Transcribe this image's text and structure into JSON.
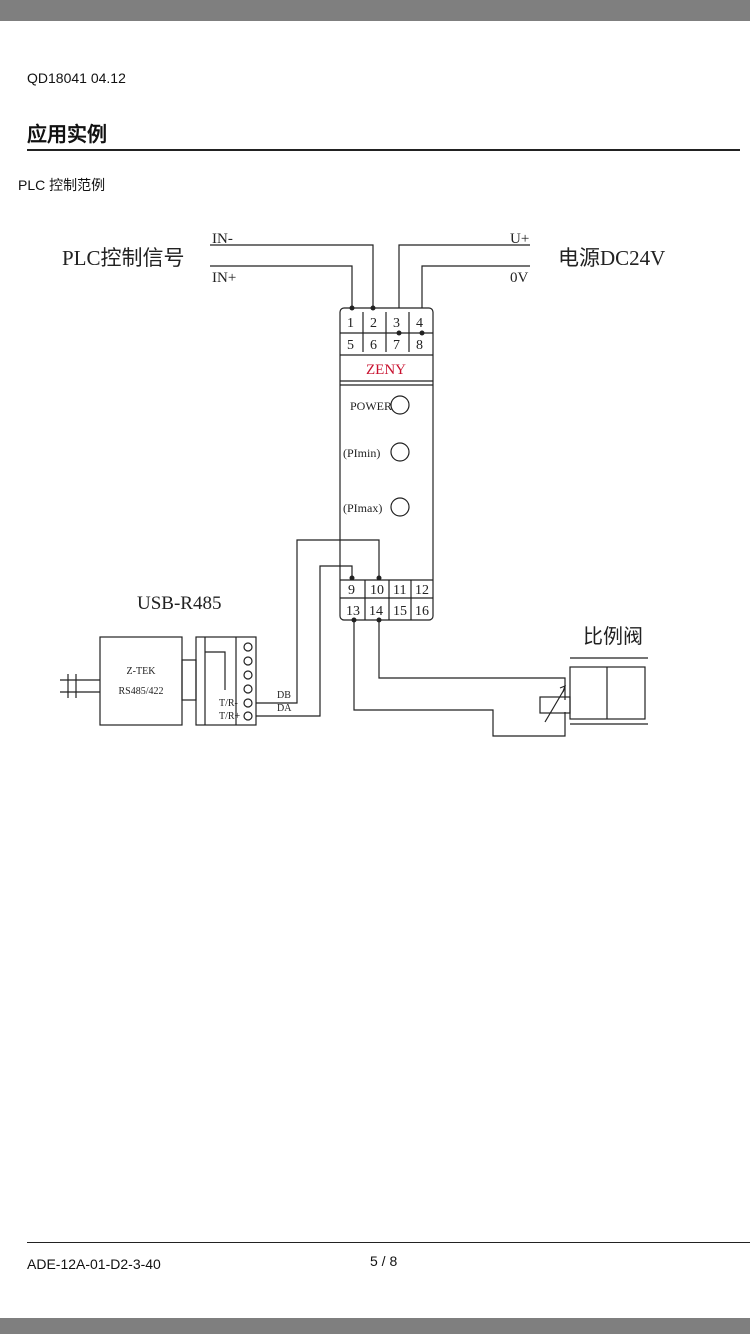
{
  "header": {
    "doc_code": "QD18041 04.12"
  },
  "section": {
    "title": "应用实例",
    "subtitle": "PLC 控制范例"
  },
  "diagram": {
    "plc_label": "PLC控制信号",
    "in_minus": "IN-",
    "in_plus": "IN+",
    "u_plus": "U+",
    "zero_v": "0V",
    "power_label": "电源DC24V",
    "top_terminals": [
      "1",
      "2",
      "3",
      "4",
      "5",
      "6",
      "7",
      "8"
    ],
    "brand": "ZENY",
    "brand_color": "#c8102e",
    "indicators": [
      "POWER",
      "(PImin)",
      "(PImax)"
    ],
    "bottom_terminals": [
      "9",
      "10",
      "11",
      "12",
      "13",
      "14",
      "15",
      "16"
    ],
    "usb_label": "USB-R485",
    "converter_line1": "Z-TEK",
    "converter_line2": "RS485/422",
    "tr_minus": "T/R-",
    "tr_plus": "T/R+",
    "db": "DB",
    "da": "DA",
    "valve_label": "比例阀"
  },
  "footer": {
    "doc_code": "ADE-12A-01-D2-3-40",
    "page": "5 / 8"
  }
}
